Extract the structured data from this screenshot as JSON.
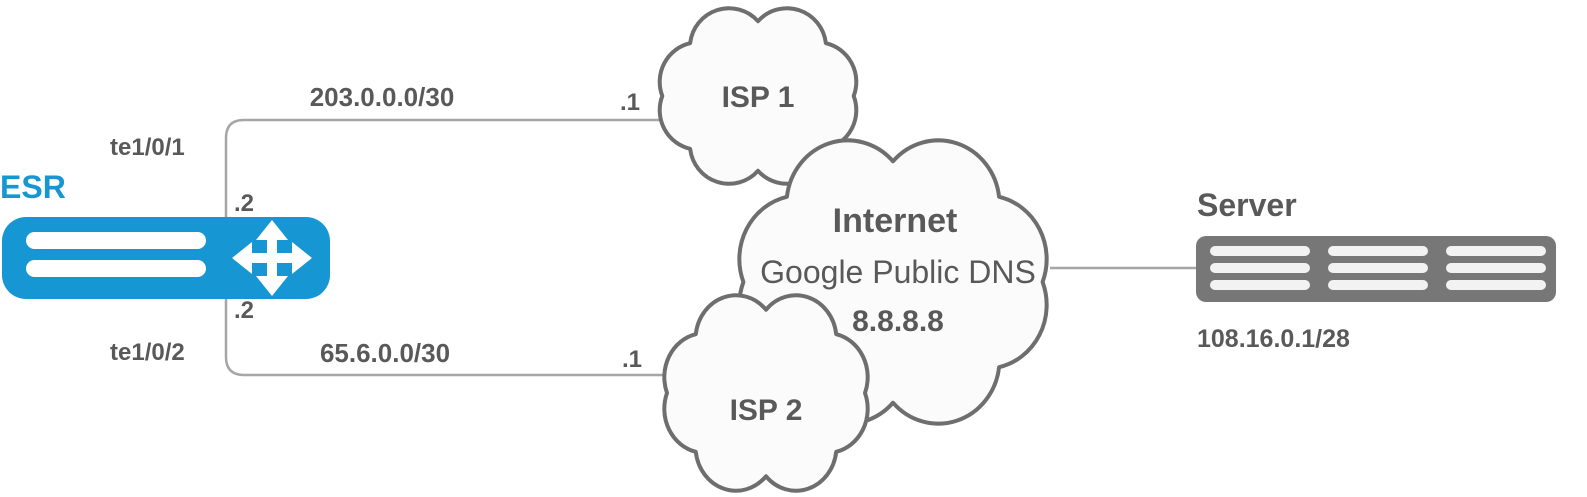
{
  "colors": {
    "router_blue": "#1697D4",
    "cloud_stroke": "#6E6E6E",
    "cloud_fill": "#FBFBFB",
    "server_gray": "#777777",
    "text_gray": "#595959",
    "line_gray": "#A6A6A6"
  },
  "router": {
    "label": "ESR",
    "interface_top": "te1/0/1",
    "interface_bottom": "te1/0/2"
  },
  "link_top": {
    "subnet": "203.0.0.0/30",
    "near_ip": ".2",
    "far_ip": ".1"
  },
  "link_bottom": {
    "subnet": "65.6.0.0/30",
    "near_ip": ".2",
    "far_ip": ".1"
  },
  "clouds": {
    "isp1_label": "ISP 1",
    "isp2_label": "ISP 2",
    "internet_title": "Internet",
    "internet_subtitle": "Google Public DNS",
    "internet_ip": "8.8.8.8"
  },
  "server": {
    "label": "Server",
    "address": "108.16.0.1/28"
  }
}
